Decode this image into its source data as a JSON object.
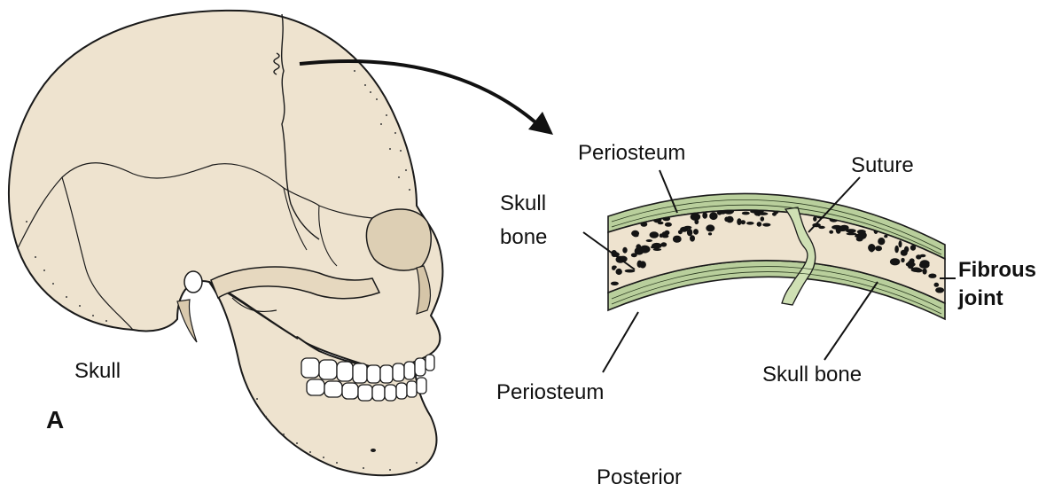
{
  "diagram": {
    "panel_letter": "A",
    "skull_caption": "Skull",
    "bottom_caption": "Posterior",
    "labels": {
      "periosteum_top": "Periosteum",
      "suture": "Suture",
      "skull_bone_left_line1": "Skull",
      "skull_bone_left_line2": "bone",
      "fibrous_joint_line1": "Fibrous",
      "fibrous_joint_line2": "joint",
      "periosteum_bottom": "Periosteum",
      "skull_bone_right": "Skull bone"
    },
    "colors": {
      "bone": "#eee3cf",
      "bone_shadow": "#d9c9ad",
      "periosteum": "#b9cf9c",
      "outline": "#1a1a1a",
      "pore": "#141414"
    }
  }
}
